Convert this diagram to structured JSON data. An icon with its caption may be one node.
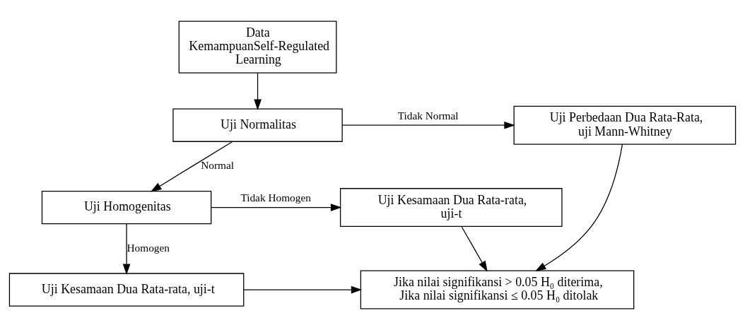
{
  "diagram": {
    "nodes": [
      {
        "text": [
          "Data KemampuanSelf-Regulated Learning"
        ]
      },
      {
        "text": [
          "Uji Normalitas"
        ]
      },
      {
        "text": [
          "Uji Perbedaan Dua Rata-Rata, uji Mann-Whitney"
        ]
      },
      {
        "text": [
          "Uji Homogenitas"
        ]
      },
      {
        "text": [
          "Uji Kesamaan Dua Rata-rata, uji-t"
        ]
      },
      {
        "text": [
          "Uji Kesamaan Dua Rata-rata, uji-t"
        ]
      },
      {
        "text": [
          "Jika nilai signifikansi > 0.05 H₀ diterima, Jika nilai signifikansi ≤ 0.05 H₀ ditolak"
        ]
      }
    ],
    "edges": [
      {
        "from": 0,
        "to": 1,
        "arrow": "to"
      },
      {
        "from": 1,
        "to": 2,
        "arrow": "to",
        "label": "Tidak Normal"
      },
      {
        "from": 1,
        "to": 3,
        "arrow": "to",
        "label": "Normal"
      },
      {
        "from": 3,
        "to": 4,
        "arrow": "to",
        "label": "Tidak Homogen"
      },
      {
        "from": 3,
        "to": 5,
        "arrow": "to",
        "label": "Homogen"
      },
      {
        "from": 4,
        "to": 6,
        "arrow": "to"
      },
      {
        "from": 5,
        "to": 6,
        "arrow": "to"
      },
      {
        "from": 2,
        "to": 6,
        "arrow": "to"
      }
    ]
  }
}
